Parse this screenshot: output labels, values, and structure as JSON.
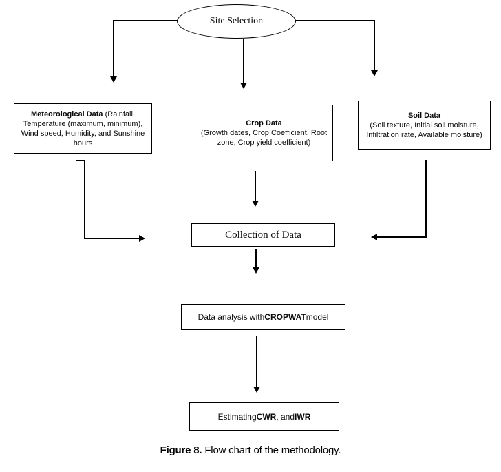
{
  "diagram": {
    "ellipse": {
      "label": "Site Selection"
    },
    "met_box": {
      "title": "Meteorological Data",
      "rest1": " (Rainfall,",
      "line2": "Temperature (maximum, minimum),",
      "line3": "Wind speed, Humidity, and Sunshine",
      "line4": "hours"
    },
    "crop_box": {
      "title": "Crop Data",
      "line1": "(Growth dates, Crop Coefficient, Root",
      "line2": "zone, Crop yield coefficient)"
    },
    "soil_box": {
      "title": "Soil Data",
      "line1": "(Soil texture, Initial soil moisture,",
      "line2": "Infiltration rate, Available moisture)"
    },
    "collection_box": {
      "label": "Collection of Data"
    },
    "analysis_box": {
      "pre": "Data analysis with ",
      "bold": "CROPWAT",
      "post": " model"
    },
    "estimate_box": {
      "pre": "Estimating ",
      "bold1": "CWR",
      "mid": ", and ",
      "bold2": "IWR"
    },
    "caption": {
      "bold": "Figure 8.",
      "rest": " Flow chart of the methodology."
    }
  },
  "colors": {
    "line": "#000000",
    "background": "#ffffff",
    "text": "#0a0a0a"
  }
}
